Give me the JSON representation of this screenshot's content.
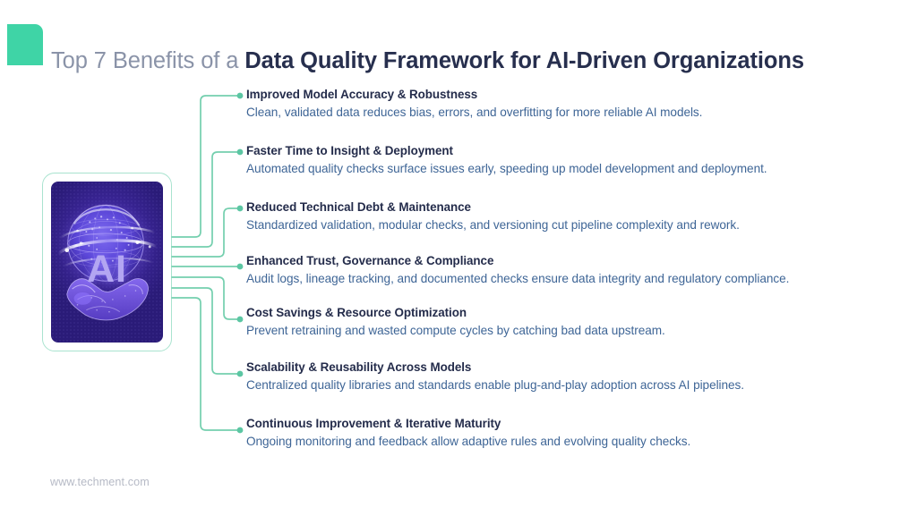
{
  "header": {
    "accent_color": "#3fd4a6",
    "title_light": "Top 7 Benefits of a ",
    "title_bold": "Data Quality Framework for AI-Driven Organizations"
  },
  "card": {
    "label": "AI",
    "border_color": "#a9e3cf",
    "image_alt": "glowing wireframe globe held in a digital hand",
    "background_color": "#2d1f7a",
    "label_color": "#b3a6f2"
  },
  "connector": {
    "line_color": "#74cfae",
    "dot_color": "#5cc6a3"
  },
  "benefits": [
    {
      "title": "Improved Model Accuracy & Robustness",
      "desc": "Clean, validated data reduces bias, errors, and overfitting for more reliable AI models."
    },
    {
      "title": "Faster Time to Insight & Deployment",
      "desc": "Automated quality checks surface issues early, speeding up model development and deployment."
    },
    {
      "title": "Reduced Technical Debt & Maintenance",
      "desc": "Standardized validation, modular checks, and versioning cut pipeline complexity and rework."
    },
    {
      "title": "Enhanced Trust, Governance & Compliance",
      "desc": "Audit logs, lineage tracking, and documented checks ensure data integrity and regulatory compliance."
    },
    {
      "title": "Cost Savings & Resource Optimization",
      "desc": "Prevent retraining and wasted compute cycles by catching bad data upstream."
    },
    {
      "title": "Scalability & Reusability Across Models",
      "desc": "Centralized quality libraries and standards enable plug-and-play adoption across AI pipelines."
    },
    {
      "title": "Continuous Improvement & Iterative Maturity",
      "desc": "Ongoing monitoring and feedback allow adaptive rules and evolving quality checks."
    }
  ],
  "footer": {
    "url": "www.techment.com"
  }
}
